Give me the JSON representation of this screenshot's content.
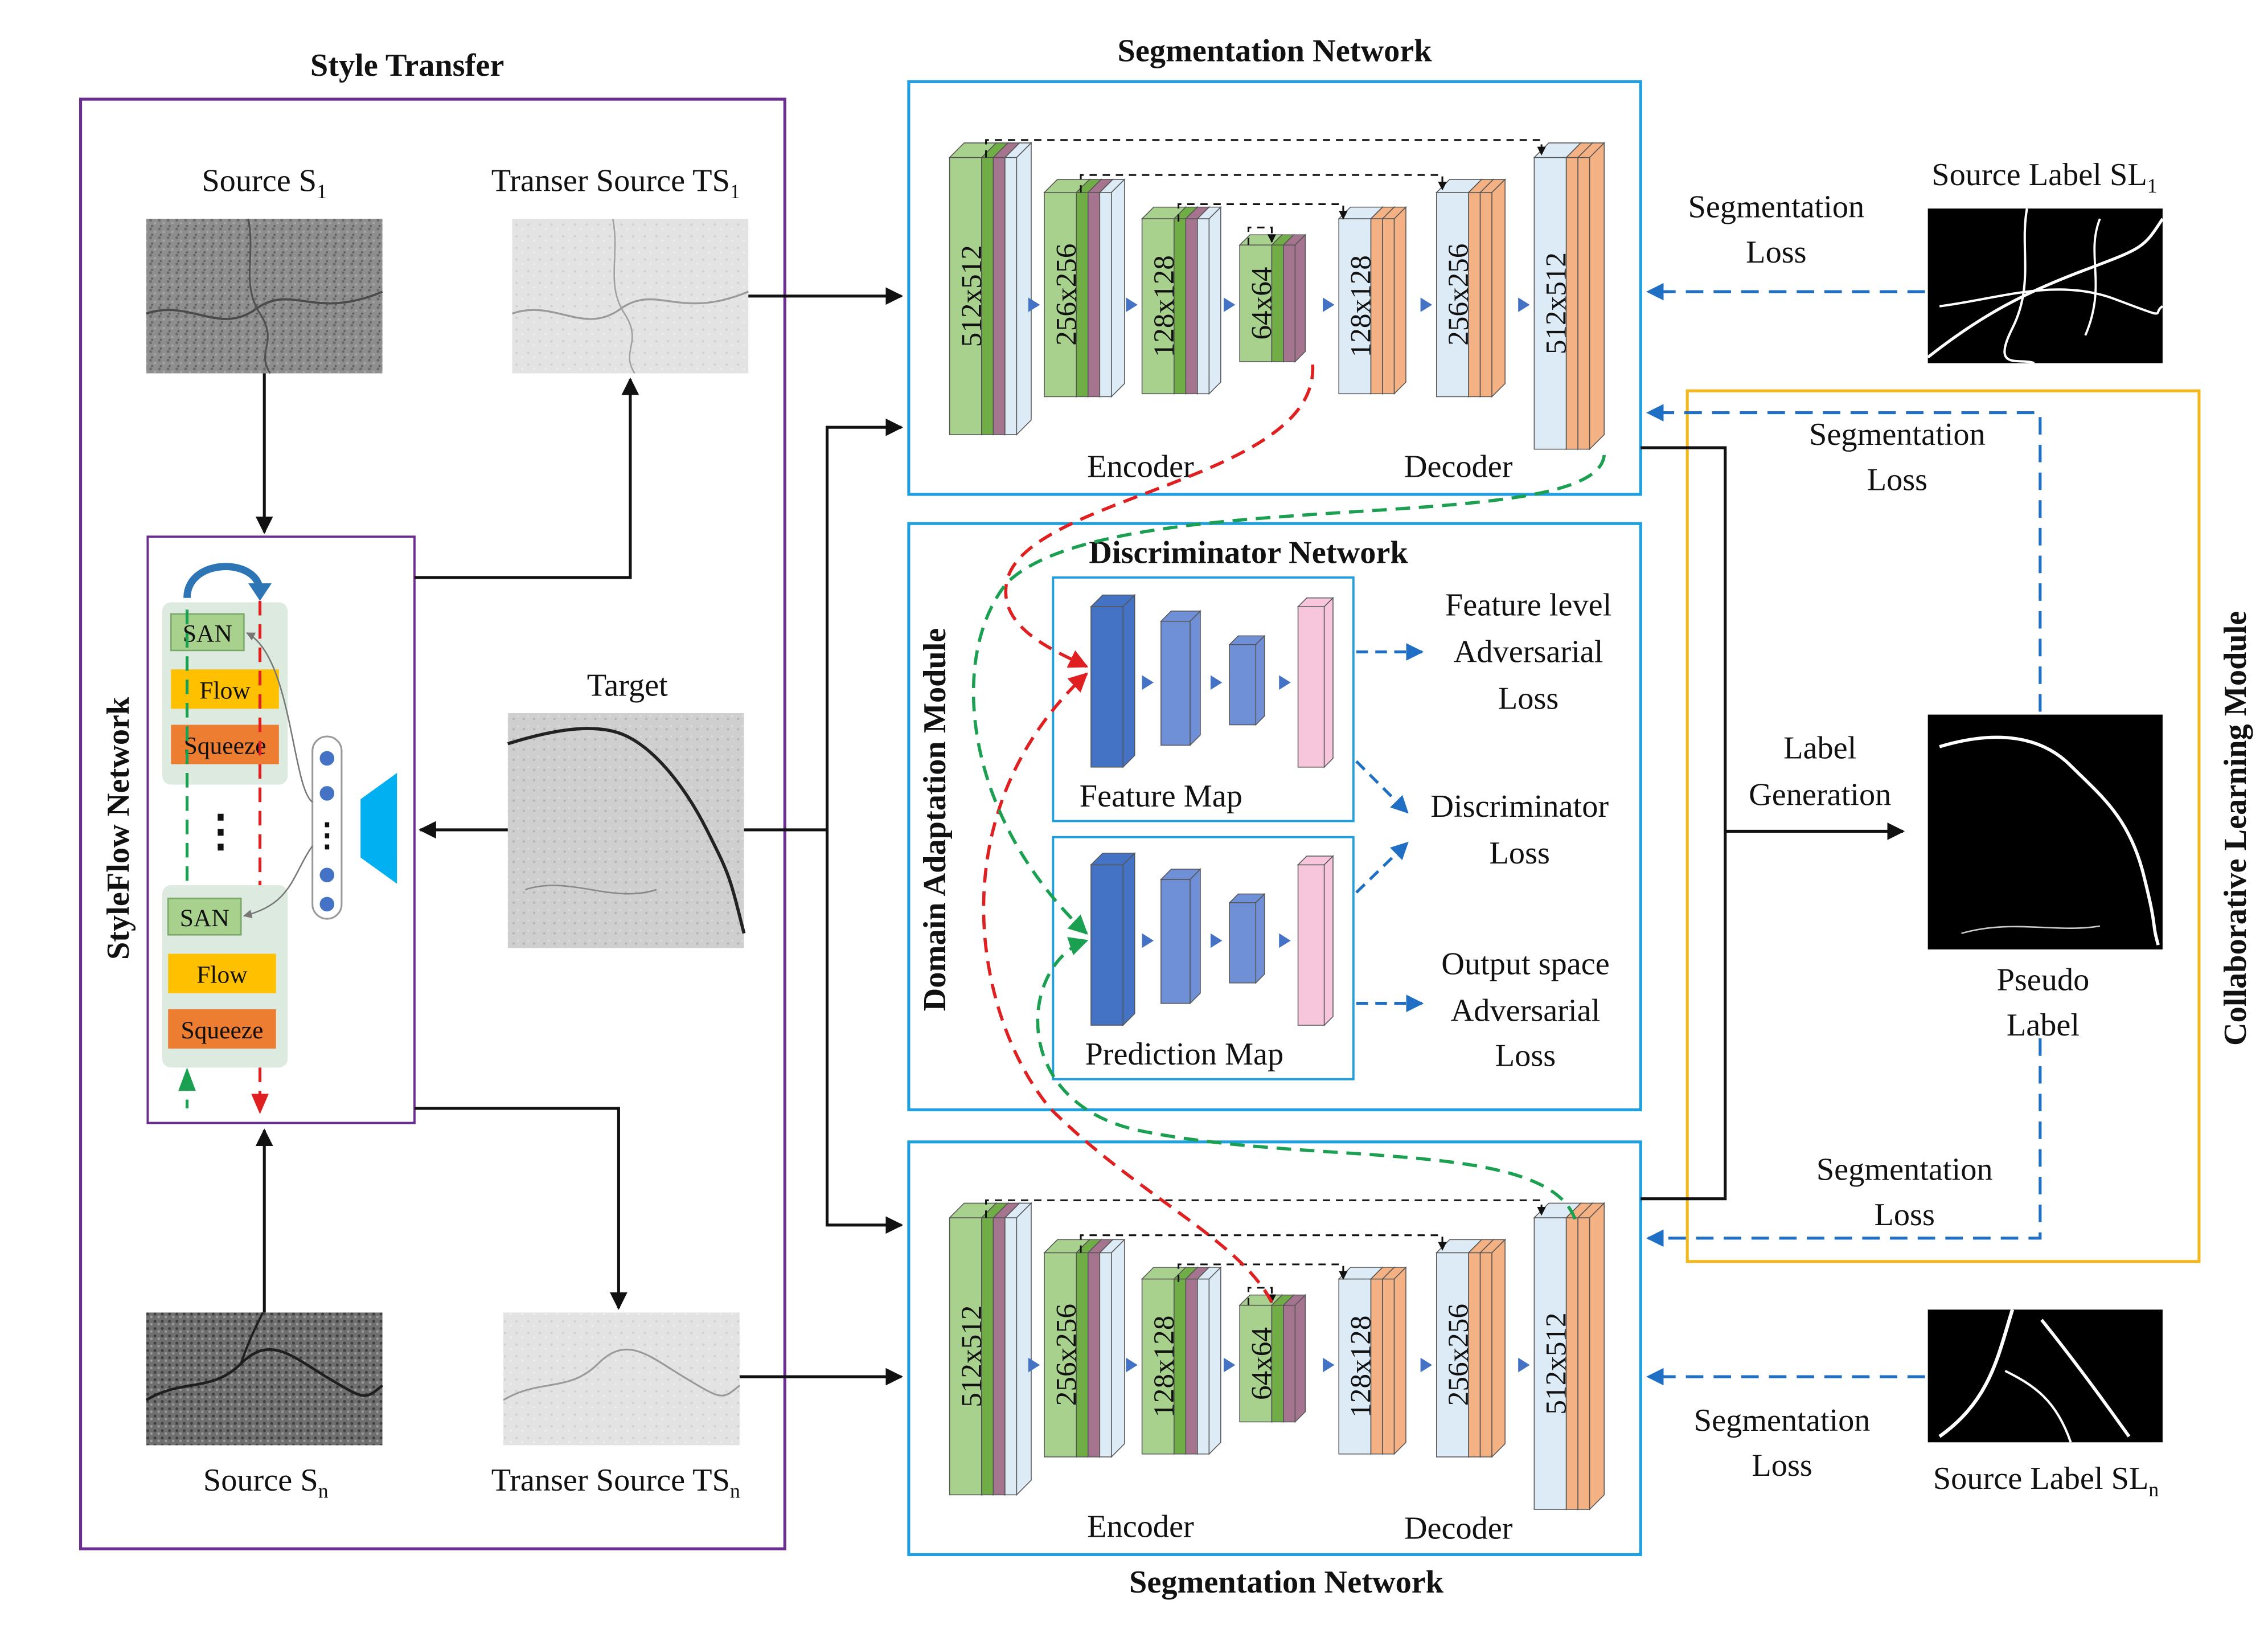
{
  "style_transfer": {
    "title": "Style Transfer",
    "source_1": {
      "label": "Source S",
      "sub": "1"
    },
    "source_n": {
      "label": "Source S",
      "sub": "n"
    },
    "transfer_1": {
      "label": "Transer Source TS",
      "sub": "1"
    },
    "transfer_n": {
      "label": "Transer Source TS",
      "sub": "n"
    },
    "target_label": "Target",
    "styleflow_label": "StyleFlow Network",
    "block": {
      "san": "SAN",
      "flow": "Flow",
      "squeeze": "Squeeze",
      "ellipsis": "⋮"
    }
  },
  "segmentation": {
    "title_top": "Segmentation Network",
    "title_bottom": "Segmentation Network",
    "encoder_label": "Encoder",
    "decoder_label": "Decoder",
    "layers": [
      "512x512",
      "256x256",
      "128x128",
      "64x64",
      "128x128",
      "256x256",
      "512x512"
    ]
  },
  "discriminator": {
    "title": "Discriminator Network",
    "module_label": "Domain Adaptation Module",
    "feature_map": "Feature Map",
    "prediction_map": "Prediction Map",
    "feature_loss": [
      "Feature level",
      "Adversarial",
      "Loss"
    ],
    "disc_loss": [
      "Discriminator",
      "Loss"
    ],
    "output_loss": [
      "Output space",
      "Adversarial",
      "Loss"
    ]
  },
  "collaborative": {
    "module_label": "Collaborative Learning Module",
    "label_generation": [
      "Label",
      "Generation"
    ],
    "pseudo_label": [
      "Pseudo",
      "Label"
    ],
    "seg_loss_upper": [
      "Segmentation",
      "Loss"
    ],
    "seg_loss_lower": [
      "Segmentation",
      "Loss"
    ]
  },
  "labels": {
    "source_label_1": {
      "label": "Source Label SL",
      "sub": "1"
    },
    "source_label_n": {
      "label": "Source Label SL",
      "sub": "n"
    },
    "seg_loss_top": [
      "Segmentation",
      "Loss"
    ],
    "seg_loss_bottom": [
      "Segmentation",
      "Loss"
    ]
  },
  "colors": {
    "style_box": "#6a2c91",
    "seg_box": "#1ea0e0",
    "collab_box": "#f2b81c",
    "blue_dash": "#1f6fc4",
    "red_dash": "#e02020",
    "green_dash": "#1aa050"
  }
}
